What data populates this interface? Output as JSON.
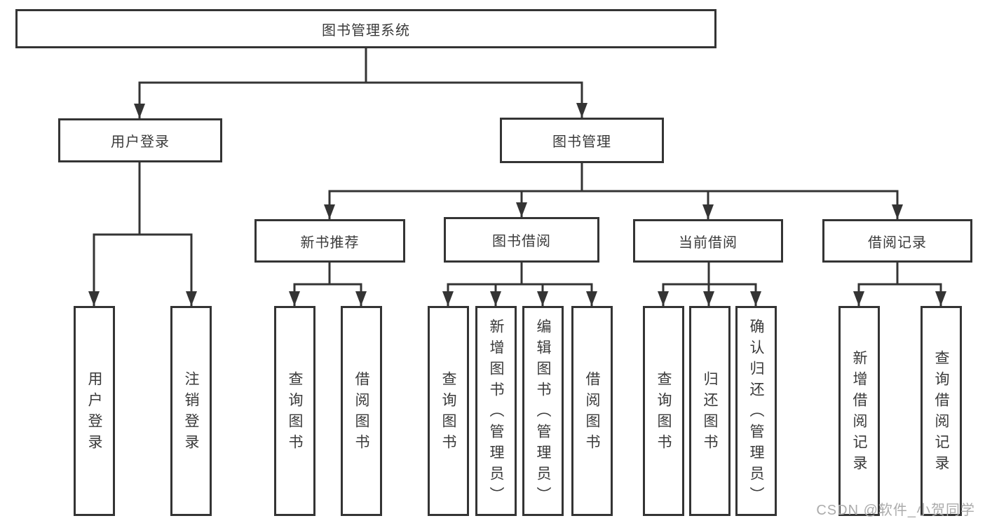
{
  "tree": {
    "root": "图书管理系统",
    "children": [
      {
        "label": "用户登录",
        "children": [
          {
            "label": "用户登录"
          },
          {
            "label": "注销登录"
          }
        ]
      },
      {
        "label": "图书管理",
        "children": [
          {
            "label": "新书推荐",
            "children": [
              {
                "label": "查询图书"
              },
              {
                "label": "借阅图书"
              }
            ]
          },
          {
            "label": "图书借阅",
            "children": [
              {
                "label": "查询图书"
              },
              {
                "label": "新增图书（管理员）"
              },
              {
                "label": "编辑图书（管理员）"
              },
              {
                "label": "借阅图书"
              }
            ]
          },
          {
            "label": "当前借阅",
            "children": [
              {
                "label": "查询图书"
              },
              {
                "label": "归还图书"
              },
              {
                "label": "确认归还（管理员）"
              }
            ]
          },
          {
            "label": "借阅记录",
            "children": [
              {
                "label": "新增借阅记录"
              },
              {
                "label": "查询借阅记录"
              }
            ]
          }
        ]
      }
    ]
  },
  "watermark": {
    "text": "CSDN @软件_小贺同学"
  },
  "colors": {
    "line": "#343434",
    "box_border": "#343434",
    "text": "#3a3a3a",
    "background": "#ffffff",
    "watermark": "#ababab"
  }
}
